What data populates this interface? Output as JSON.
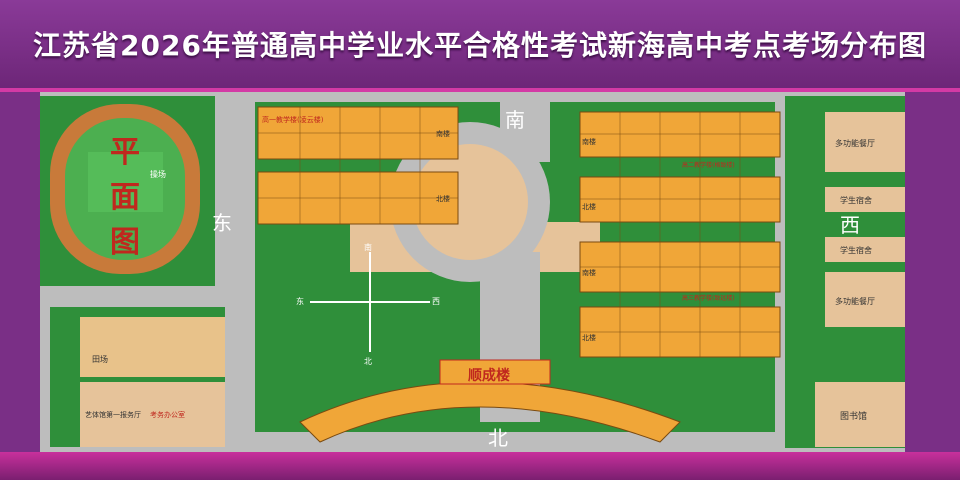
{
  "title": "江苏省2026年普通高中学业水平合格性考试新海高中考点考场分布图",
  "compass": {
    "south": "南",
    "north": "北",
    "east": "东",
    "west": "西"
  },
  "map_label": [
    "平",
    "面",
    "图"
  ],
  "court_label": "操场",
  "field_label": "田场",
  "office_left": "艺体馆第一报务厅",
  "office_right": "考务办公室",
  "shuncheng": "顺成楼",
  "buildings_right": {
    "canteen1": "多功能餐厅",
    "dorm1": "学生宿舍",
    "dorm2": "学生宿舍",
    "canteen2": "多功能餐厅",
    "library": "图书馆"
  },
  "block_left": {
    "label": "高一教学楼(凌云楼)",
    "south": "南楼",
    "north": "北楼"
  },
  "block_right1": {
    "label": "高二教学楼(格致楼)",
    "south": "南楼",
    "north": "北楼"
  },
  "block_right2": {
    "label": "高三教学楼(致远楼)",
    "south": "南楼",
    "north": "北楼"
  },
  "inner_compass": {
    "n": "南",
    "s": "北",
    "e": "东",
    "w": "西"
  },
  "colors": {
    "title_bg": "#7a2f86",
    "grass": "#2f8f3a",
    "road": "#bfbfbf",
    "building": "#f0a638",
    "sand": "#e6c39a"
  }
}
